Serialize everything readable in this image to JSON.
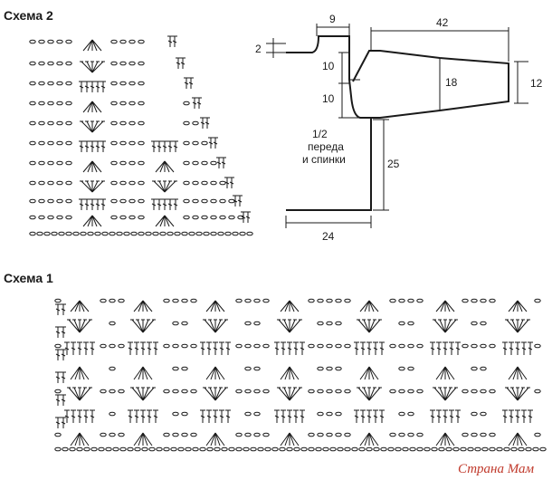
{
  "scheme2": {
    "title": "Схема 2"
  },
  "scheme1": {
    "title": "Схема 1"
  },
  "pattern": {
    "dimensions": {
      "top_width": "9",
      "sleeve_length": "42",
      "neck_drop": "2",
      "armhole_upper": "10",
      "armhole_lower": "10",
      "sleeve_width": "18",
      "cuff_height": "12",
      "body_length": "25",
      "bottom_width": "24"
    },
    "note": [
      "1/2",
      "переда",
      "и спинки"
    ]
  },
  "watermark": {
    "text": "Страна Мам",
    "color": "#c0392b"
  },
  "colors": {
    "ink": "#1a1a1a",
    "background": "#ffffff"
  }
}
